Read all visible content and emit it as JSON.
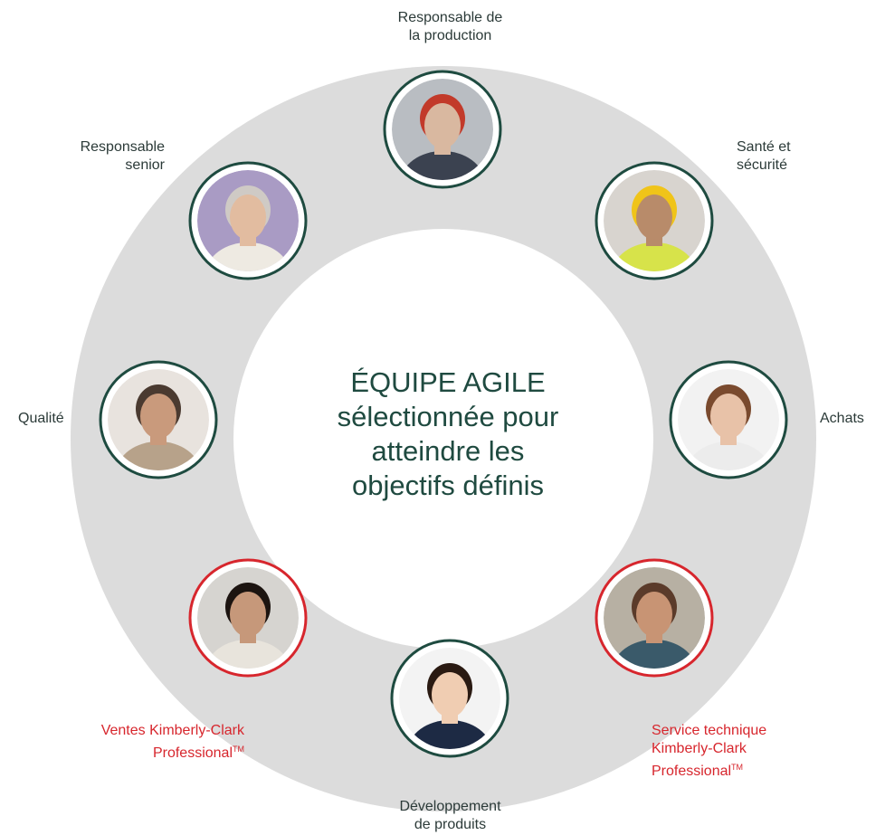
{
  "colors": {
    "ring": "#dcdcdc",
    "avatar_border_default": "#1e4b40",
    "avatar_border_kc": "#d7262d",
    "title_text": "#1f4a40",
    "label_text": "#2b3a38",
    "kc_label_text": "#d7262d"
  },
  "center": {
    "line1": "ÉQUIPE AGILE",
    "line2": "sélectionnée pour",
    "line3": "atteindre les",
    "line4": "objectifs définis"
  },
  "roles": [
    {
      "id": "production",
      "line1": "Responsable de",
      "line2": "la production",
      "kc": false,
      "avatar": "man-hardhat-red",
      "skin": "#d9b8a0",
      "hair": "#c23a2a",
      "bg": "#b9bdc2",
      "shirt": "#3b4250"
    },
    {
      "id": "sante",
      "line1": "Santé et",
      "line2": "sécurité",
      "kc": false,
      "avatar": "worker-yellow-helmet",
      "skin": "#b88b6a",
      "hair": "#f0c419",
      "bg": "#d8d4cf",
      "shirt": "#d7e34a"
    },
    {
      "id": "achats",
      "line1": "Achats",
      "line2": "",
      "kc": false,
      "avatar": "woman-glasses",
      "skin": "#e8c2a8",
      "hair": "#7a4a2e",
      "bg": "#f2f2f2",
      "shirt": "#ececec"
    },
    {
      "id": "service",
      "line1": "Service technique",
      "line2": "Kimberly-Clark",
      "line3": "Professional",
      "tm": "TM",
      "kc": true,
      "avatar": "engineer-ear-defenders",
      "skin": "#c89474",
      "hair": "#5b3b2a",
      "bg": "#b7b0a3",
      "shirt": "#3a5a6a"
    },
    {
      "id": "developpement",
      "line1": "Développement",
      "line2": "de produits",
      "kc": false,
      "avatar": "woman-smiling",
      "skin": "#f0cdb2",
      "hair": "#2a1a12",
      "bg": "#f3f3f3",
      "shirt": "#1d2a44"
    },
    {
      "id": "ventes",
      "line1": "Ventes Kimberly-Clark",
      "line2": "Professional",
      "tm": "TM",
      "kc": true,
      "avatar": "woman-on-phone",
      "skin": "#c6987a",
      "hair": "#1c1410",
      "bg": "#d6d4d0",
      "shirt": "#e8e4dc"
    },
    {
      "id": "qualite",
      "line1": "Qualité",
      "line2": "",
      "kc": false,
      "avatar": "man-beard",
      "skin": "#c99a7c",
      "hair": "#4a3a30",
      "bg": "#e8e3de",
      "shirt": "#b7a28a"
    },
    {
      "id": "senior",
      "line1": "Responsable",
      "line2": "senior",
      "kc": false,
      "avatar": "older-man-glasses",
      "skin": "#e2bca0",
      "hair": "#cfcac5",
      "bg": "#a99bc4",
      "shirt": "#eeeae2"
    }
  ]
}
